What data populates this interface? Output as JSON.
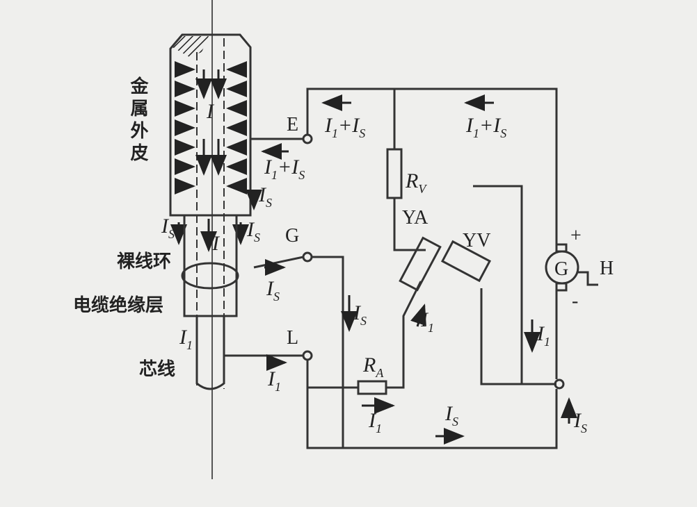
{
  "labels": {
    "sheath": "金属外皮",
    "bare_ring": "裸线环",
    "insulation": "电缆绝缘层",
    "core": "芯线",
    "terminal_e": "E",
    "terminal_g": "G",
    "terminal_l": "L",
    "rv": "R",
    "rv_sub": "V",
    "ra": "R",
    "ra_sub": "A",
    "ya": "YA",
    "yv": "YV",
    "generator": "G",
    "crank": "H",
    "plus": "+",
    "minus": "-",
    "current_i": "I",
    "sub_1": "1",
    "sub_s": "S",
    "plus_sign": "+"
  },
  "colors": {
    "line": "#333333",
    "background": "#efefed"
  }
}
